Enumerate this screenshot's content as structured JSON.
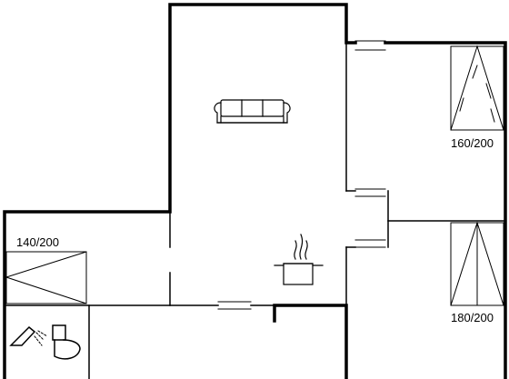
{
  "floorplan": {
    "bed_sizes": {
      "top_right": "160/200",
      "bottom_right": "180/200",
      "left": "140/200"
    },
    "icons": {
      "living": "sofa-icon",
      "kitchen": "cooking-pot-icon",
      "bathroom_shower": "shower-icon",
      "bathroom_toilet": "toilet-icon"
    },
    "colors": {
      "wall": "#000000",
      "background": "#ffffff"
    }
  }
}
